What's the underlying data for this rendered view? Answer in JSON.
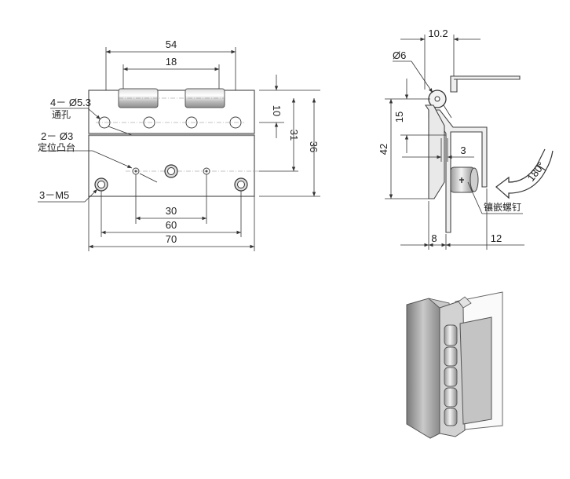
{
  "front_view": {
    "dim_width_knuckles": "54",
    "dim_knuckle_gap": "18",
    "dim_center_30": "30",
    "dim_center_60": "60",
    "dim_overall_70": "70",
    "dim_10": "10",
    "dim_31": "31",
    "dim_36": "36",
    "callout_through_holes": "4－ Ø5.3",
    "callout_through_holes_note": "通孔",
    "callout_locating_boss": "2－ Ø3",
    "callout_locating_boss_note": "定位凸台",
    "callout_threaded": "3－M5"
  },
  "side_view": {
    "dim_10_2": "10.2",
    "dim_phi6": "Ø6",
    "dim_15": "15",
    "dim_42": "42",
    "dim_3": "3",
    "dim_8": "8",
    "dim_12": "12",
    "label_insert_screw": "镶嵌螺钉",
    "rotation_label": "180°"
  },
  "colors": {
    "line": "#333333",
    "metal_light": "#e8e8e8",
    "metal_mid": "#bfbfbf",
    "metal_dark": "#8c8c8c"
  }
}
